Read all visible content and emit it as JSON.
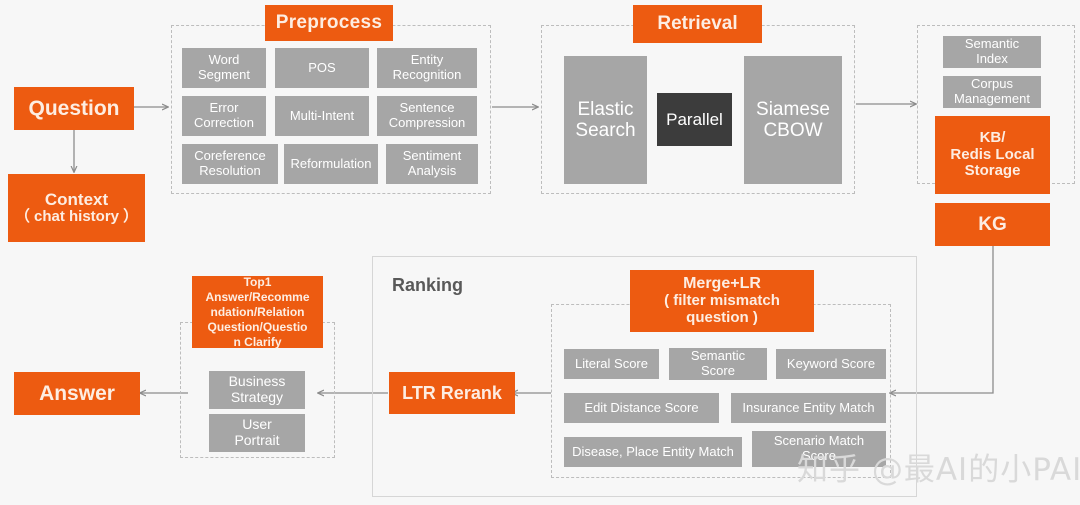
{
  "groups": {
    "preprocess": {
      "title": "Preprocess"
    },
    "retrieval": {
      "title": "Retrieval"
    },
    "ranking": {
      "title": "Ranking"
    },
    "storage": {
      "title": ""
    },
    "merge": {
      "title": "Merge+LR\n（ filter mismatch question ）"
    }
  },
  "nodes": {
    "question": "Question",
    "context": "Context\n（ chat history ）",
    "answer": "Answer",
    "parallel": "Parallel",
    "elastic_search": "Elastic\nSearch",
    "siamese_cbow": "Siamese\nCBOW",
    "kb_redis": "KB/\nRedis Local\nStorage",
    "kg": "KG",
    "semantic_index": "Semantic\nIndex",
    "corpus_management": "Corpus\nManagement",
    "ltr_rerank": "LTR Rerank",
    "merge_lr_line1": "Merge+LR",
    "merge_lr_line2": "( filter mismatch",
    "merge_lr_line3": "question )",
    "top1": "Top1 Answer/Recommendation/Relation Question/Question Clarify",
    "top1_l1": "Top1",
    "top1_l2": "Answer/Recomme",
    "top1_l3": "ndation/Relation",
    "top1_l4": "Question/Questio",
    "top1_l5": "n Clarify",
    "business_strategy": "Business\nStrategy",
    "user_portrait": "User\nPortrait"
  },
  "preprocess_items": [
    {
      "label": "Word\nSegment"
    },
    {
      "label": "POS"
    },
    {
      "label": "Entity\nRecognition"
    },
    {
      "label": "Error\nCorrection"
    },
    {
      "label": "Multi-Intent"
    },
    {
      "label": "Sentence\nCompression"
    },
    {
      "label": "Coreference\nResolution"
    },
    {
      "label": "Reformulation"
    },
    {
      "label": "Sentiment\nAnalysis"
    }
  ],
  "score_items": [
    {
      "label": "Literal Score"
    },
    {
      "label": "Semantic\nScore"
    },
    {
      "label": "Keyword Score"
    },
    {
      "label": "Edit Distance Score"
    },
    {
      "label": "Insurance Entity Match"
    },
    {
      "label": "Disease, Place Entity Match"
    },
    {
      "label": "Scenario Match\nScore"
    }
  ],
  "watermark": "知乎 @最AI的小PAI",
  "colors": {
    "accent_orange": "#ED5B11",
    "gray_node": "#A6A6A6",
    "dark_node": "#3C3C3C",
    "background": "#F7F7F7",
    "dashed_border": "#BDBDBD",
    "connector": "#8C8C8C"
  }
}
